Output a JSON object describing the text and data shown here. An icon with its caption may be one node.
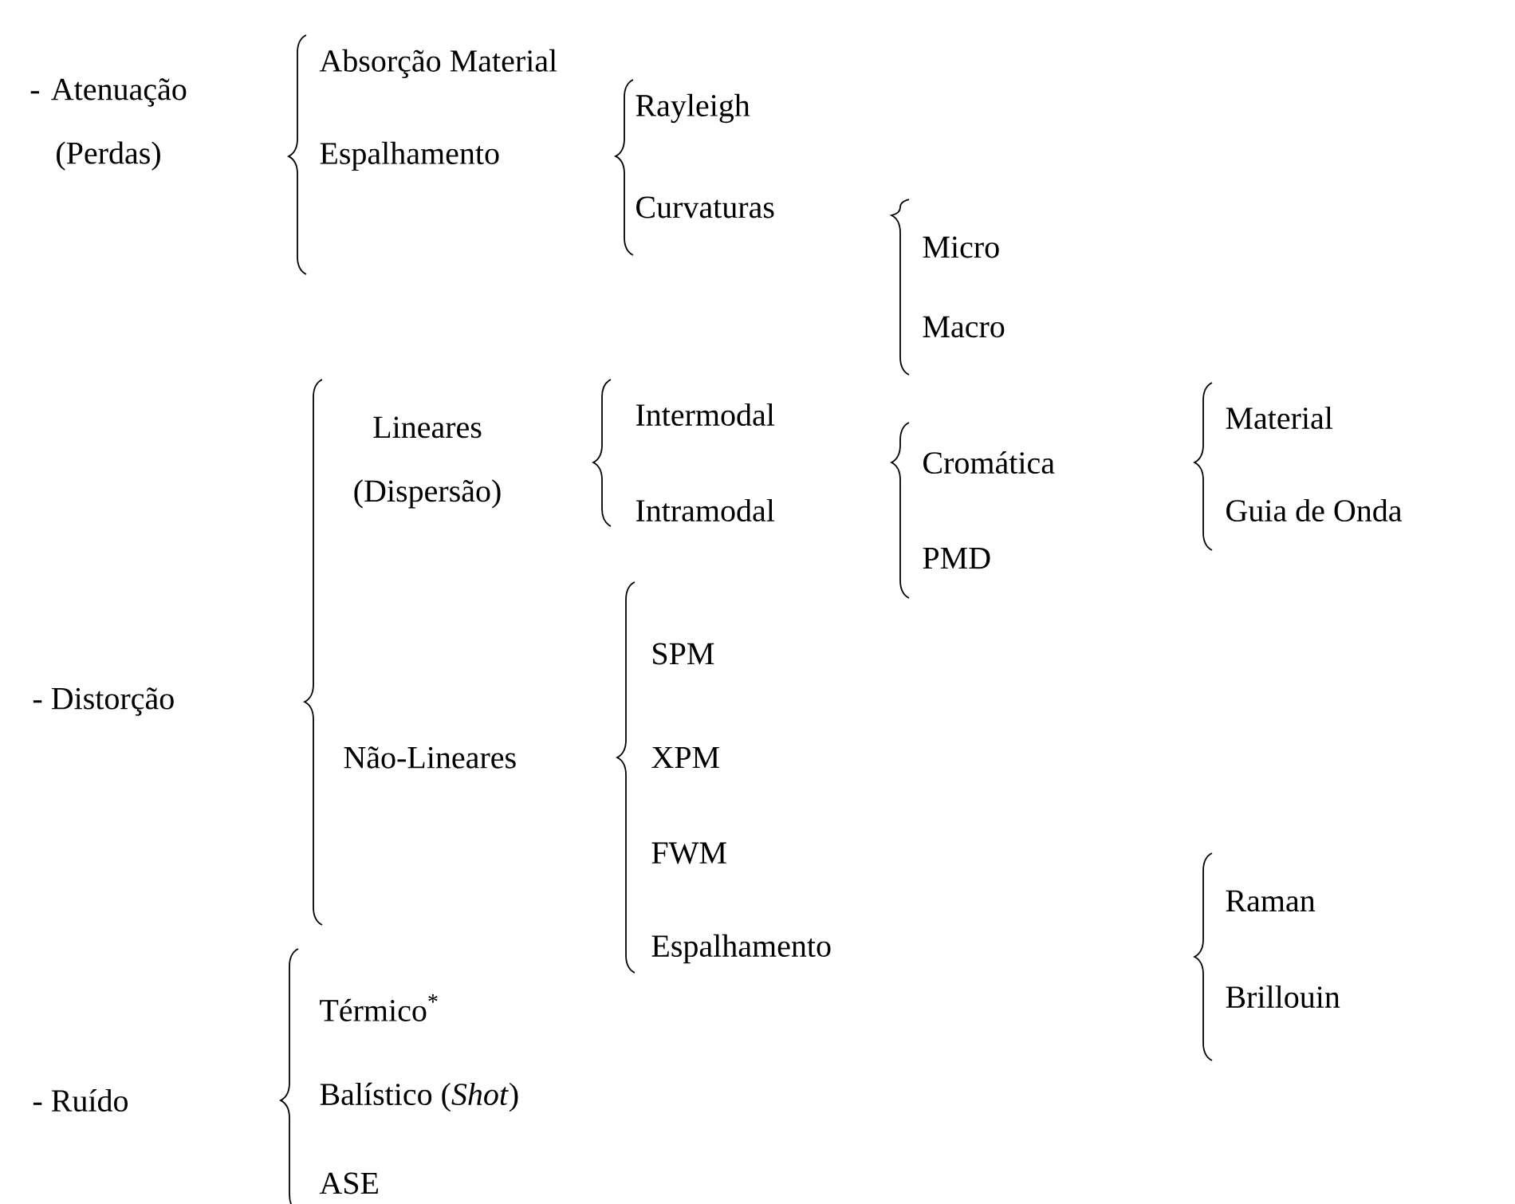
{
  "diagram": {
    "labels": [
      "- Atenuação (Perdas)",
      "Absorção Material",
      "Espalhamento",
      "Rayleigh",
      "Curvaturas",
      "Micro",
      "Macro",
      "- Distorção",
      "Lineares (Dispersão)",
      "Intermodal",
      "Intramodal",
      "Cromática",
      "PMD",
      "Material",
      "Guia de Onda",
      "Não-Lineares",
      "SPM",
      "XPM",
      "FWM",
      "Espalhamento",
      "Raman",
      "Brillouin",
      "Térmico$^{*}$",
      "- Ruído",
      "Balístico (*Shot*)",
      "ASE"
    ]
  }
}
